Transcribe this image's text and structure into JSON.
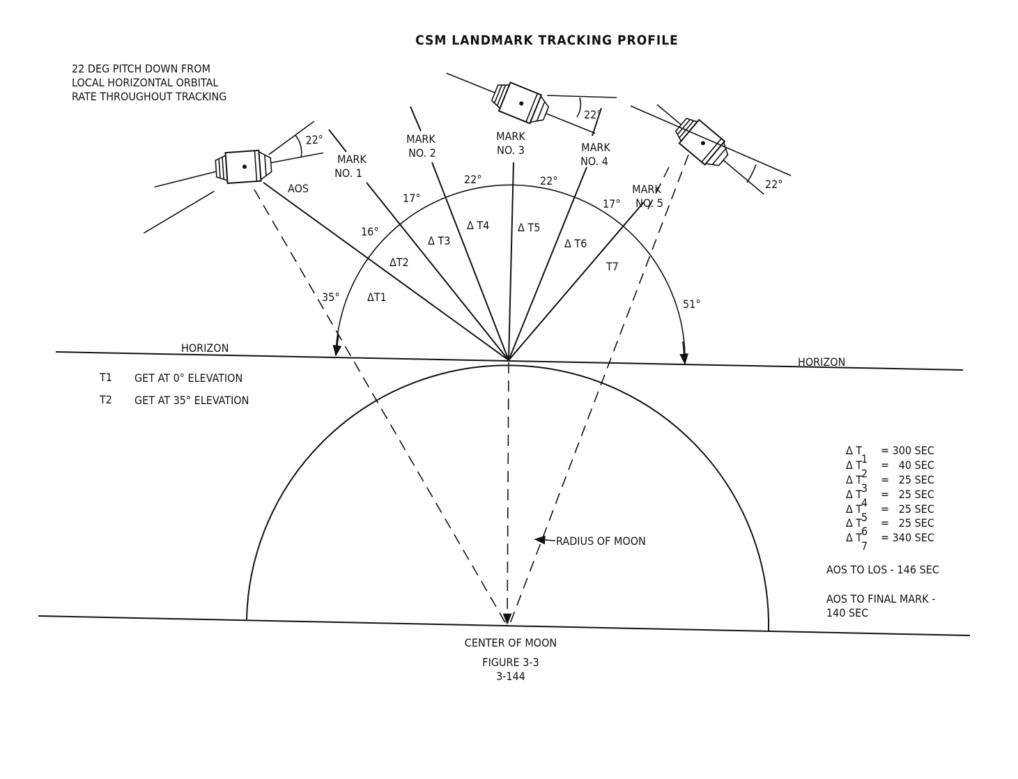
{
  "title": "CSM LANDMARK TRACKING PROFILE",
  "note": [
    "22 DEG PITCH DOWN FROM",
    "LOCAL HORIZONTAL ORBITAL",
    "RATE THROUGHOUT TRACKING"
  ],
  "marks": [
    "MARK",
    "NO. 1",
    "NO. 2",
    "NO. 3",
    "NO. 4",
    "NO. 5"
  ],
  "aos": "AOS",
  "pitch_angle": "22°",
  "arc_angles": {
    "a35": "35°",
    "a16": "16°",
    "a17a": "17°",
    "a22a": "22°",
    "a22b": "22°",
    "a17b": "17°",
    "a51": "51°"
  },
  "intervals": {
    "dt1": "ΔT1",
    "dt2": "ΔT2",
    "dt3": "Δ T3",
    "dt4": "Δ T4",
    "dt5": "Δ T5",
    "dt6": "Δ T6",
    "t7": "T7"
  },
  "horizon": "HORIZON",
  "t_legend": [
    {
      "k": "T1",
      "v": "GET AT 0° ELEVATION"
    },
    {
      "k": "T2",
      "v": "GET AT 35° ELEVATION"
    }
  ],
  "radius_label": "RADIUS OF MOON",
  "center_label": "CENTER OF MOON",
  "figure": "FIGURE 3-3",
  "page": "3-144",
  "dt_table": [
    {
      "d": "Δ T",
      "sub": "1",
      "v": "= 300 SEC"
    },
    {
      "d": "Δ T",
      "sub": "2",
      "v": "=   40 SEC"
    },
    {
      "d": "Δ T",
      "sub": "3",
      "v": "=   25 SEC"
    },
    {
      "d": "Δ T",
      "sub": "4",
      "v": "=   25 SEC"
    },
    {
      "d": "Δ T",
      "sub": "5",
      "v": "=   25 SEC"
    },
    {
      "d": "Δ T",
      "sub": "6",
      "v": "=   25 SEC"
    },
    {
      "d": "Δ T",
      "sub": "7",
      "v": "= 340 SEC"
    }
  ],
  "aos_los": "AOS TO LOS - 146 SEC",
  "aos_final": [
    "AOS TO FINAL MARK -",
    "140 SEC"
  ]
}
